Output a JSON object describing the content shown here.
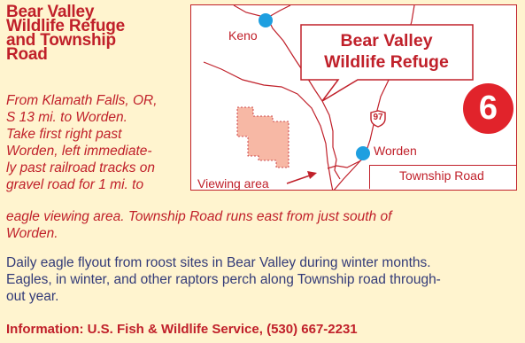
{
  "title_lines": [
    "Bear Valley",
    "Wildlife Refuge",
    "and Township",
    "Road"
  ],
  "directions_lines": [
    "From Klamath Falls, OR,",
    "S 13 mi. to Worden.",
    "Take first right past",
    "Worden, left immediate-",
    "ly past railroad tracks on",
    "gravel road for 1 mi. to",
    "eagle viewing area. Township Road runs east from just south of",
    "Worden."
  ],
  "map": {
    "callout_lines": [
      "Bear Valley",
      "Wildlife Refuge"
    ],
    "keno_label": "Keno",
    "worden_label": "Worden",
    "viewing_area_label": "Viewing area",
    "township_road_label": "Township Road",
    "highway_number": "97",
    "site_number": "6",
    "colors": {
      "accent": "#c0202a",
      "town_dot": "#1e9fe0",
      "refuge_fill": "#f7b8a5",
      "badge": "#e1232b"
    },
    "icons": [
      "us-highway-shield-icon",
      "town-dot-icon",
      "arrow-icon"
    ]
  },
  "body_lines": [
    "Daily eagle flyout from roost sites in Bear Valley during winter months.",
    "Eagles, in winter, and other raptors perch along Township road through-",
    "out year."
  ],
  "information": "Information: U.S. Fish & Wildlife Service, (530) 667-2231"
}
